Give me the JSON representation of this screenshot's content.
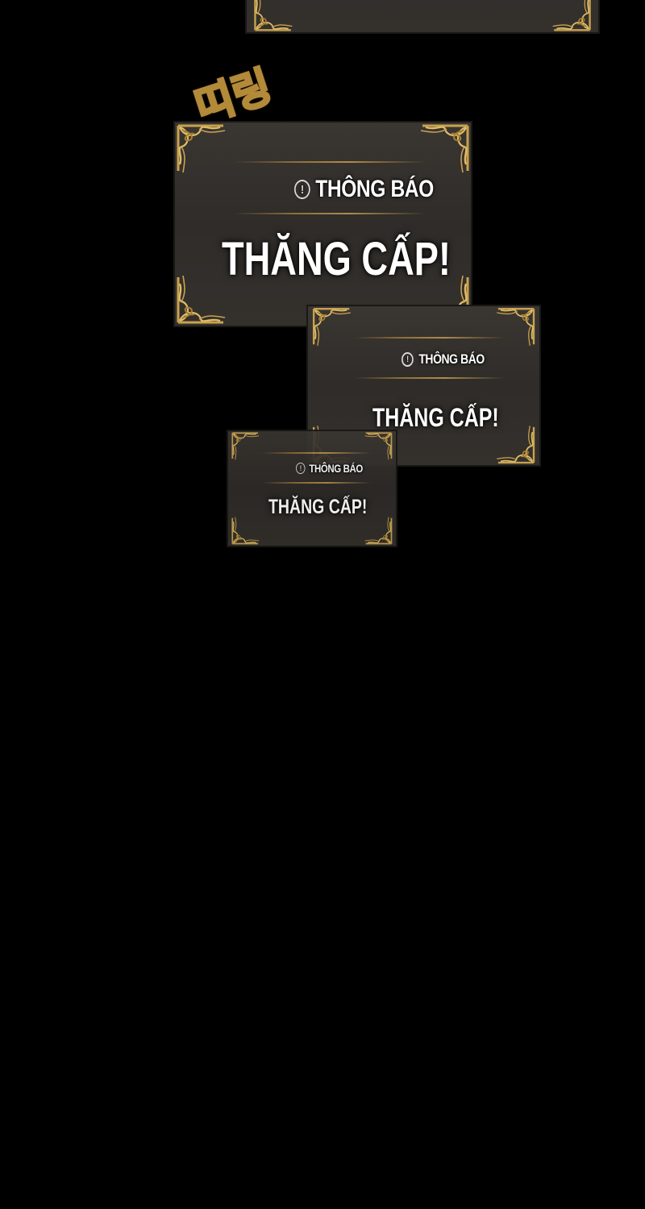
{
  "sfx": {
    "text": "띠링"
  },
  "panels": [
    {
      "notice_label": "",
      "title": ""
    },
    {
      "notice_label": "THÔNG BÁO",
      "title": "THĂNG CẤP!",
      "icon": "exclamation-circle-icon"
    },
    {
      "notice_label": "THÔNG BÁO",
      "title": "THĂNG CẤP!",
      "icon": "exclamation-circle-icon"
    },
    {
      "notice_label": "THÔNG BÁO",
      "title": "THĂNG CẤP!",
      "icon": "exclamation-circle-icon"
    }
  ],
  "colors": {
    "background": "#000000",
    "panel": "#34312d",
    "ornament_gold": "#c9a24e",
    "text": "#ffffff"
  }
}
